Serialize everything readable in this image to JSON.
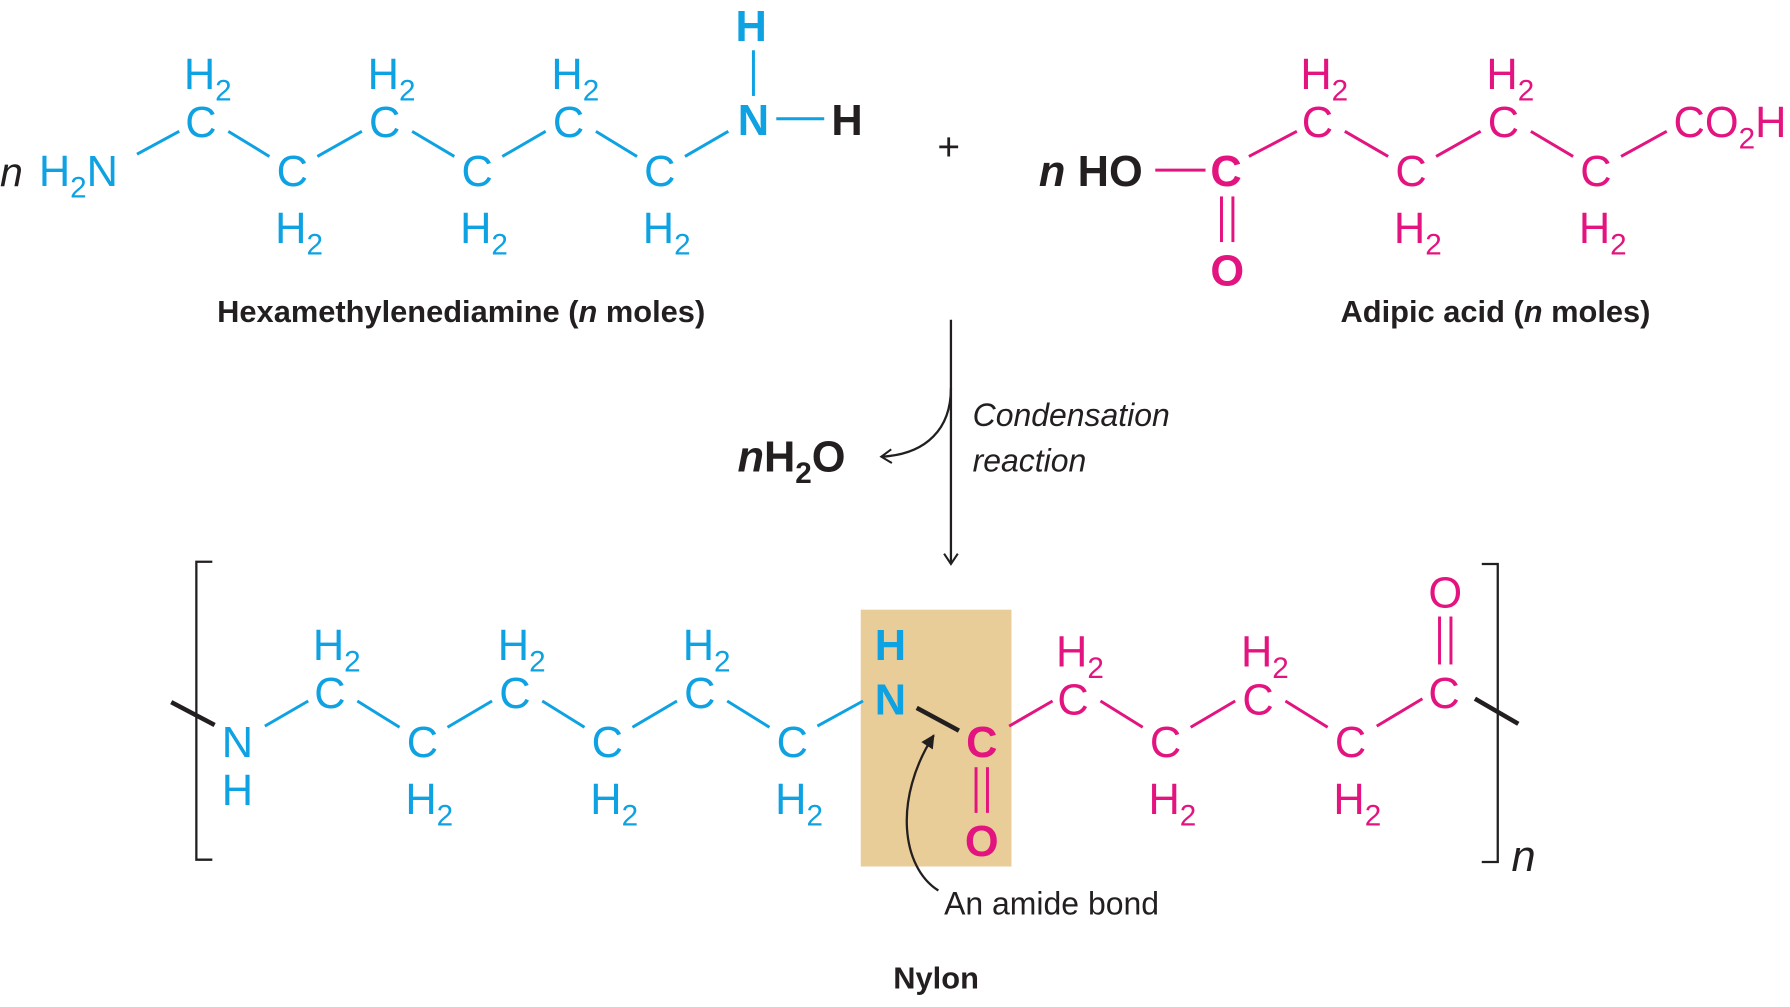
{
  "figure": {
    "reactants": {
      "plus_sign": "+",
      "hexamethylenediamine": {
        "coefficient": "n",
        "left_group": "H",
        "left_group_sub": "2",
        "left_group_atom": "N",
        "chain_carbon": "C",
        "chain_hydrogen": "H",
        "chain_hydrogen_sub": "2",
        "amine_n": "N",
        "amine_h_top": "H",
        "amine_h_right": "H",
        "label_name": "Hexamethylenediamine (",
        "label_n": "n",
        "label_tail": " moles)",
        "color": "#0ea2e3"
      },
      "adipic_acid": {
        "coefficient": "n",
        "hydroxyl": "HO",
        "carbonyl_c": "C",
        "carbonyl_o": "O",
        "chain_carbon": "C",
        "chain_hydrogen": "H",
        "chain_hydrogen_sub": "2",
        "end_group_a": "CO",
        "end_group_sub": "2",
        "end_group_b": "H",
        "label_name": "Adipic acid (",
        "label_n": "n",
        "label_tail": " moles)",
        "color": "#e3147f"
      }
    },
    "reaction": {
      "byproduct_n": "n",
      "byproduct_h": "H",
      "byproduct_sub": "2",
      "byproduct_o": "O",
      "condition_line1": "Condensation",
      "condition_line2": "reaction"
    },
    "product": {
      "name": "Nylon",
      "repeat_subscript": "n",
      "amine_n": "N",
      "amine_h": "H",
      "amide_n": "N",
      "amide_h": "H",
      "amide_c": "C",
      "amide_o": "O",
      "chain_carbon": "C",
      "chain_hydrogen": "H",
      "chain_hydrogen_sub": "2",
      "end_c": "C",
      "end_o": "O",
      "callout": "An amide bond",
      "highlight_color": "#e8cd98"
    }
  }
}
